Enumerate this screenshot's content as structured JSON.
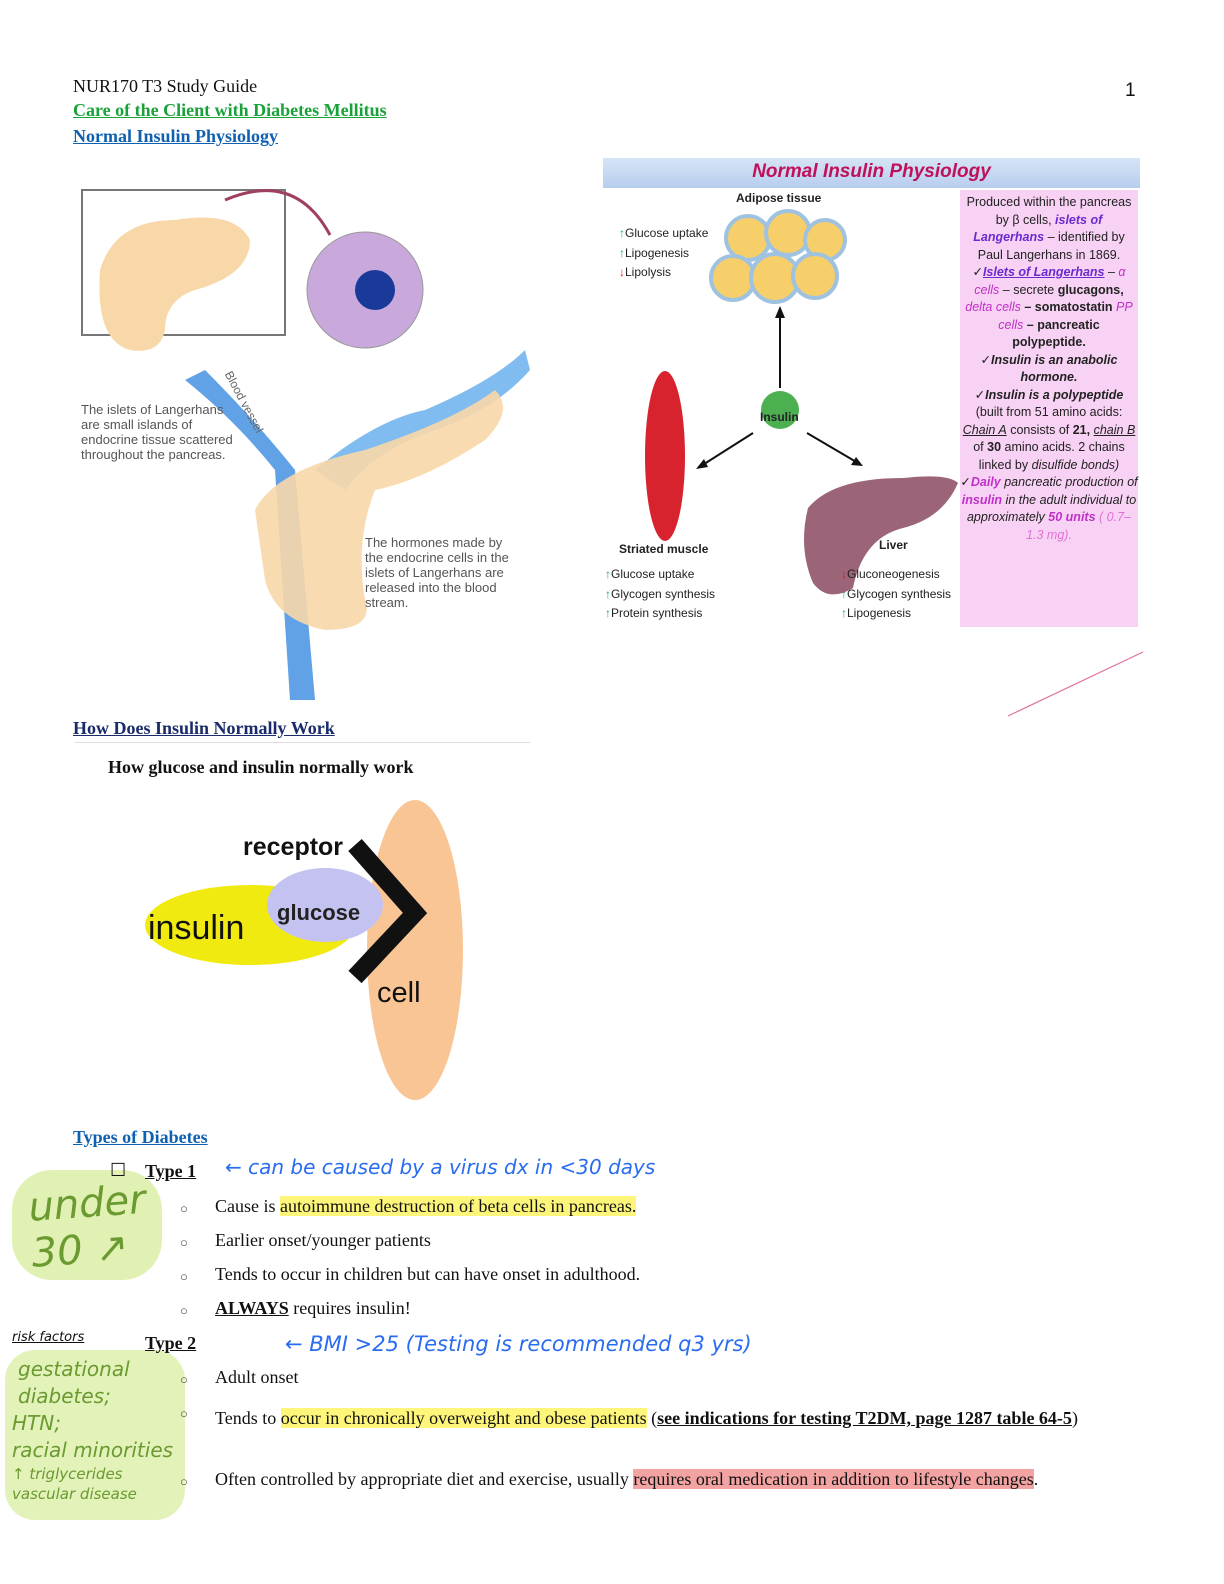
{
  "header": {
    "course": "NUR170 T3 Study Guide",
    "page_number": "1",
    "title": "Care of the Client with Diabetes Mellitus",
    "section1": "Normal Insulin Physiology"
  },
  "pancreas_figure": {
    "caption_islets": "The islets of Langerhans are small islands of endocrine tissue scattered throughout the pancreas.",
    "caption_hormones": "The hormones made by the endocrine cells in the islets of Langerhans are released into the blood stream.",
    "blood_vessel_label": "Blood vessel"
  },
  "physiology_figure": {
    "title": "Normal Insulin Physiology",
    "adipose": {
      "label": "Adipose tissue",
      "effects": [
        {
          "dir": "up",
          "text": "Glucose uptake"
        },
        {
          "dir": "up",
          "text": "Lipogenesis"
        },
        {
          "dir": "down",
          "text": "Lipolysis"
        }
      ]
    },
    "insulin_label": "Insulin",
    "muscle": {
      "label": "Striated muscle",
      "effects": [
        {
          "dir": "up",
          "text": "Glucose uptake"
        },
        {
          "dir": "up",
          "text": "Glycogen synthesis"
        },
        {
          "dir": "up",
          "text": "Protein synthesis"
        }
      ]
    },
    "liver": {
      "label": "Liver",
      "effects": [
        {
          "dir": "down",
          "text": "Gluconeogenesis"
        },
        {
          "dir": "up",
          "text": "Glycogen synthesis"
        },
        {
          "dir": "up",
          "text": "Lipogenesis"
        }
      ]
    },
    "side": {
      "p1a": "Produced within the pancreas by β cells,",
      "p1b": "islets of Langerhans",
      "p1c": "– identified by Paul Langerhans in 1869.",
      "islets": "Islets of Langerhans",
      "alpha": "α cells",
      "alpha_t": "– secrete",
      "glucagons": "glucagons,",
      "delta": "delta cells",
      "delta_t": "– somatostatin",
      "pp": "PP cells",
      "pp_t": "– pancreatic polypeptide.",
      "anabolic": "Insulin is an anabolic hormone.",
      "poly": "Insulin is a polypeptide",
      "poly_t": "(built from 51 amino acids:",
      "chainA": "Chain A",
      "chainA_t": "consists of",
      "n21": "21,",
      "chainB": "chain B",
      "of": "of",
      "n30": "30",
      "chainB_t": "amino acids. 2 chains linked by",
      "disulfide": "disulfide bonds)",
      "daily": "Daily",
      "daily_t": "pancreatic production of",
      "insulin": "insulin",
      "daily_t2": "in the adult individual to approximately",
      "units": "50 units",
      "mg": "( 0.7–1.3 mg)."
    }
  },
  "section2": "How Does Insulin Normally Work",
  "glucose_figure": {
    "title": "How glucose and insulin normally work",
    "receptor": "receptor",
    "glucose": "glucose",
    "insulin": "insulin",
    "cell": "cell"
  },
  "section3": "Types of Diabetes",
  "type1": {
    "label": "Type 1",
    "note": "← can be caused by a virus  dx in <30 days",
    "margin_note": "under 30 ↗",
    "items": [
      {
        "pre": "Cause is ",
        "hl": "autoimmune destruction of beta cells in pancreas."
      },
      {
        "text": "Earlier onset/younger patients"
      },
      {
        "text": "Tends to occur in children but can have onset in adulthood."
      },
      {
        "bold": "ALWAYS",
        "text": " requires insulin!"
      }
    ]
  },
  "type2": {
    "label": "Type 2",
    "note": "← BMI >25 (Testing is recommended q3 yrs)",
    "margin_title": "risk factors",
    "margin_notes": [
      "gestational diabetes;",
      "HTN;",
      "racial minorities",
      "↑ triglycerides",
      "vascular disease"
    ],
    "items": [
      {
        "text": "Adult onset"
      },
      {
        "pre": "Tends to ",
        "hl": "occur in chronically overweight and obese patients",
        "mid": " (",
        "link": "see indications for testing T2DM, page 1287 table 64-5",
        "post": ")"
      },
      {
        "pre": "Often controlled by appropriate diet and exercise, usually ",
        "hl": "requires oral medication in addition to lifestyle changes",
        "post": "."
      }
    ]
  },
  "colors": {
    "green_heading": "#1aa23a",
    "blue_heading": "#1060b0",
    "highlight_yellow": "#fdf67a",
    "highlight_red": "#f4a3a3",
    "pen_blue": "#2a6cf0",
    "marker_green": "#c8e68a"
  }
}
